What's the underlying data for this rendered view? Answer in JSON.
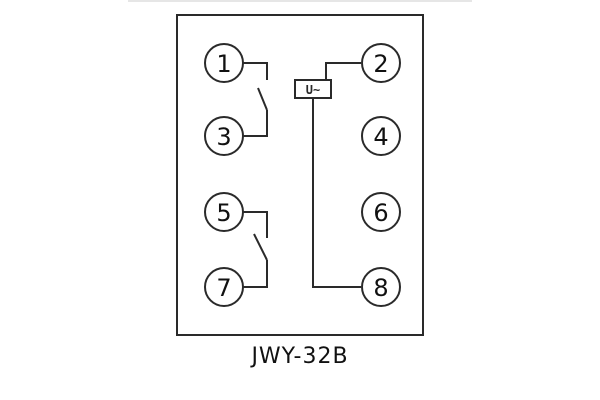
{
  "terminals": [
    {
      "label": "1"
    },
    {
      "label": "2"
    },
    {
      "label": "3"
    },
    {
      "label": "4"
    },
    {
      "label": "5"
    },
    {
      "label": "6"
    },
    {
      "label": "7"
    },
    {
      "label": "8"
    }
  ],
  "coil_label": "U~",
  "caption": "JWY-32B",
  "colors": {
    "line": "#2a2a2a",
    "coil_fill": "#ffffff",
    "background": "#ffffff"
  }
}
